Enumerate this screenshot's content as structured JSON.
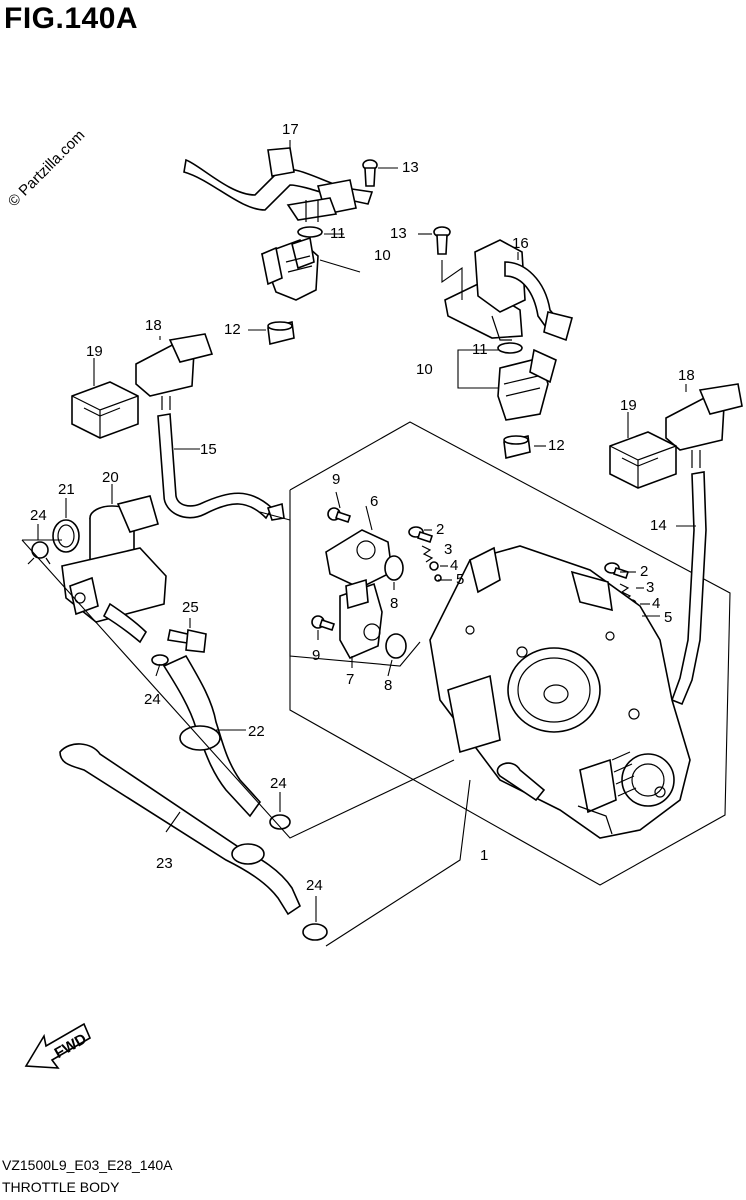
{
  "figure": {
    "title": "FIG.140A",
    "watermark": "© Partzilla.com",
    "code": "VZ1500L9_E03_E28_140A",
    "name": "THROTTLE BODY",
    "direction_label": "FWD"
  },
  "callouts": {
    "c1": "1",
    "c2a": "2",
    "c2b": "2",
    "c3a": "3",
    "c3b": "3",
    "c4a": "4",
    "c4b": "4",
    "c5a": "5",
    "c5b": "5",
    "c6": "6",
    "c7": "7",
    "c8a": "8",
    "c8b": "8",
    "c9a": "9",
    "c9b": "9",
    "c10a": "10",
    "c10b": "10",
    "c11a": "11",
    "c11b": "11",
    "c12a": "12",
    "c12b": "12",
    "c13a": "13",
    "c13b": "13",
    "c14": "14",
    "c15": "15",
    "c16": "16",
    "c17": "17",
    "c18a": "18",
    "c18b": "18",
    "c19a": "19",
    "c19b": "19",
    "c20": "20",
    "c21": "21",
    "c22": "22",
    "c23": "23",
    "c24a": "24",
    "c24b": "24",
    "c24c": "24",
    "c24d": "24",
    "c25": "25"
  }
}
